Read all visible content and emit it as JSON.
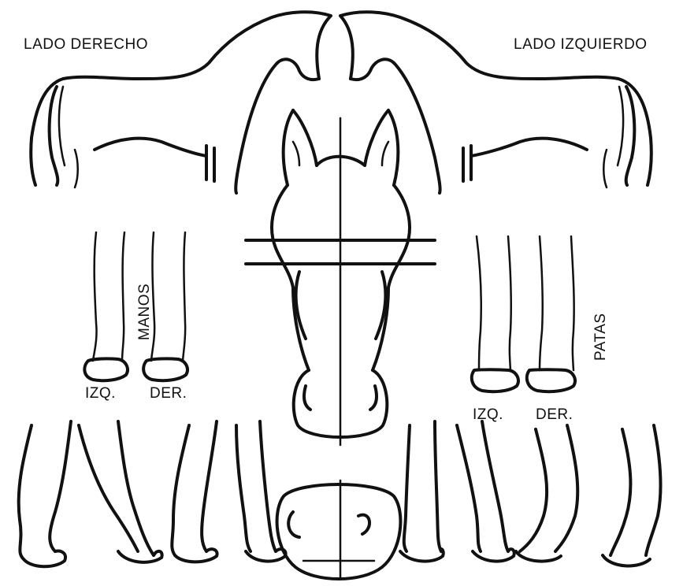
{
  "labels": {
    "right_side": "LADO DERECHO",
    "left_side": "LADO IZQUIERDO",
    "front_legs": "MANOS",
    "hind_legs": "PATAS",
    "front_left": "IZQ.",
    "front_right": "DER.",
    "hind_left": "IZQ.",
    "hind_right": "DER."
  },
  "colors": {
    "ink": "#111111",
    "background": "#ffffff"
  }
}
